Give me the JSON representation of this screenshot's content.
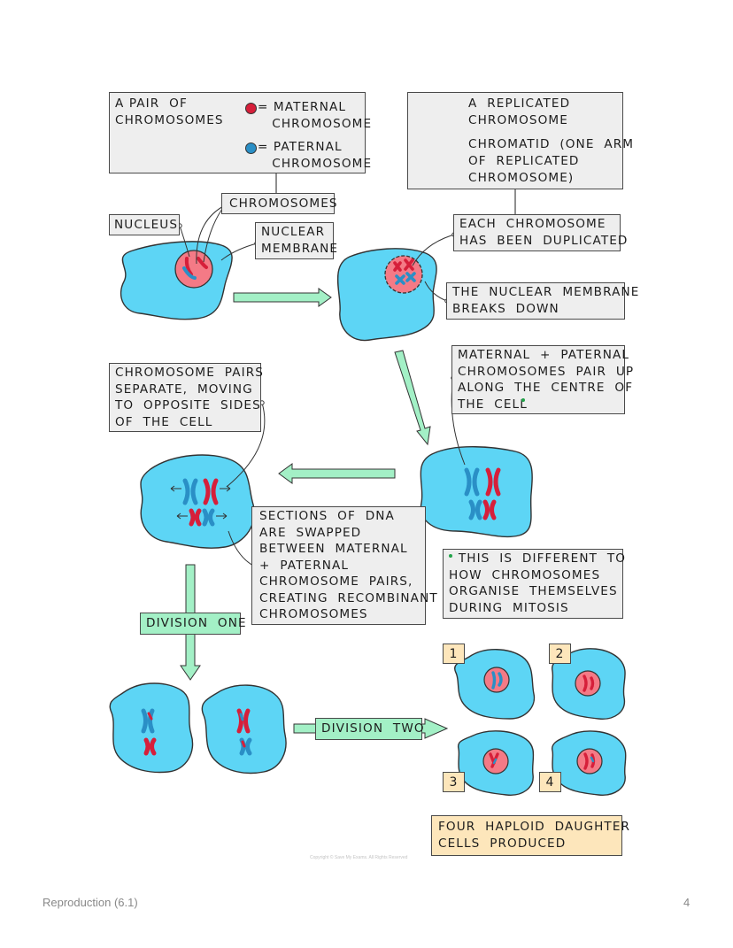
{
  "key": {
    "pair_label": "A PAIR  OF\nCHROMOSOMES",
    "maternal_label": "= MATERNAL\n   CHROMOSOME",
    "paternal_label": "= PATERNAL\n   CHROMOSOME"
  },
  "replicated_key": {
    "replicated_label": "A  REPLICATED\nCHROMOSOME",
    "chromatid_label": "CHROMATID  (ONE  ARM\nOF  REPLICATED\nCHROMOSOME)"
  },
  "labels": {
    "chromosomes": "CHROMOSOMES",
    "nucleus": "NUCLEUS",
    "nuclear_membrane": "NUCLEAR\nMEMBRANE",
    "duplicated": "EACH  CHROMOSOME\nHAS  BEEN  DUPLICATED",
    "membrane_breaks": "THE  NUCLEAR  MEMBRANE\nBREAKS  DOWN",
    "pair_up": "MATERNAL  +  PATERNAL\nCHROMOSOMES  PAIR  UP\nALONG  THE  CENTRE  OF\nTHE  CELL",
    "separate": "CHROMOSOME  PAIRS\nSEPARATE,  MOVING\nTO  OPPOSITE  SIDES\nOF  THE  CELL",
    "swapped": "SECTIONS  OF  DNA\nARE  SWAPPED\nBETWEEN  MATERNAL\n+  PATERNAL\nCHROMOSOME  PAIRS,\nCREATING  RECOMBINANT\nCHROMOSOMES",
    "different": "  THIS  IS  DIFFERENT  TO\nHOW  CHROMOSOMES\nORGANISE  THEMSELVES\nDURING  MITOSIS",
    "division_one": "DIVISION  ONE",
    "division_two": "DIVISION  TWO",
    "haploid": "FOUR  HAPLOID  DAUGHTER\nCELLS  PRODUCED"
  },
  "cell_numbers": [
    "1",
    "2",
    "3",
    "4"
  ],
  "colors": {
    "cell": "#5dd5f5",
    "nucleus": "#f47a86",
    "maternal": "#d61f3a",
    "paternal": "#2a8fc6",
    "arrow": "#a3f0c6",
    "box": "#eeeeee",
    "note": "#fde6bb"
  },
  "copyright": "Copyright © Save My Exams. All Rights Reserved",
  "footer": {
    "left": "Reproduction (6.1)",
    "right": "4"
  }
}
